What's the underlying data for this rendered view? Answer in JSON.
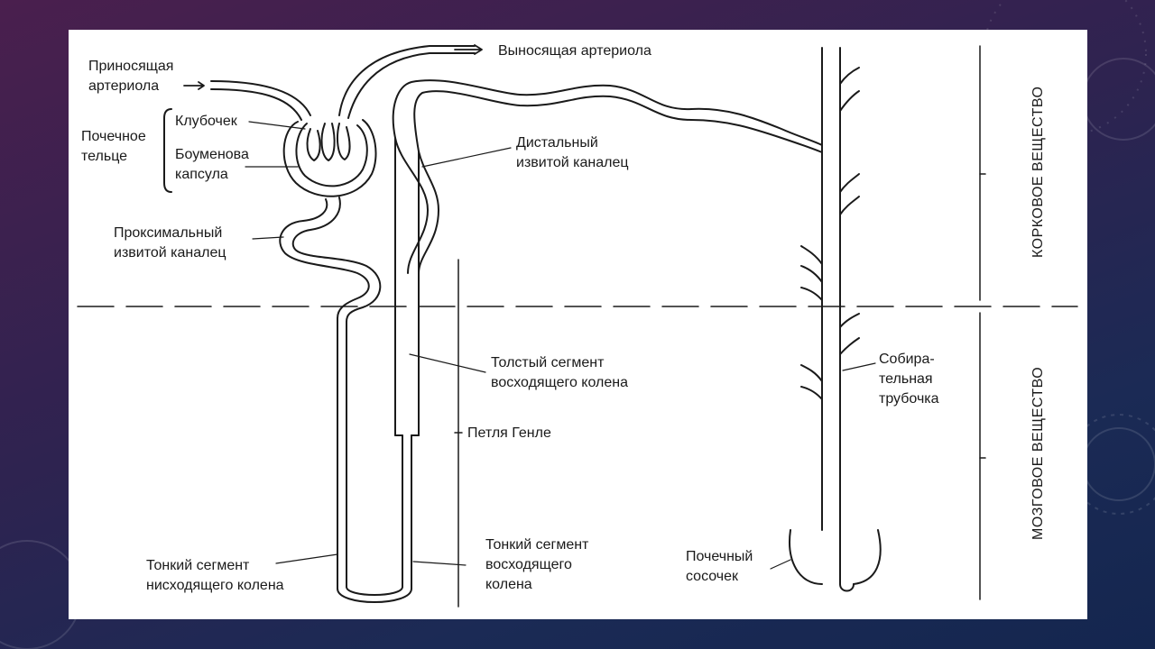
{
  "diagram": {
    "labels": {
      "afferent_line1": "Приносящая",
      "afferent_line2": "артериола",
      "efferent": "Выносящая артериола",
      "renal_body_line1": "Почечное",
      "renal_body_line2": "тельце",
      "glomerulus": "Клубочек",
      "bowman_line1": "Боуменова",
      "bowman_line2": "капсула",
      "proximal_line1": "Проксимальный",
      "proximal_line2": "извитой каналец",
      "distal_line1": "Дистальный",
      "distal_line2": "извитой каналец",
      "thick_line1": "Толстый сегмент",
      "thick_line2": "восходящего колена",
      "henle": "Петля Генле",
      "thin_desc_line1": "Тонкий сегмент",
      "thin_desc_line2": "нисходящего колена",
      "thin_asc_line1": "Тонкий сегмент",
      "thin_asc_line2": "восходящего",
      "thin_asc_line3": "колена",
      "collecting_line1": "Собира-",
      "collecting_line2": "тельная",
      "collecting_line3": "трубочка",
      "papilla_line1": "Почечный",
      "papilla_line2": "сосочек",
      "cortex": "КОРКОВОЕ ВЕЩЕСТВО",
      "medulla": "МОЗГОВОЕ ВЕЩЕСТВО"
    },
    "colors": {
      "ink": "#1a1a1a",
      "panel": "#ffffff"
    }
  }
}
